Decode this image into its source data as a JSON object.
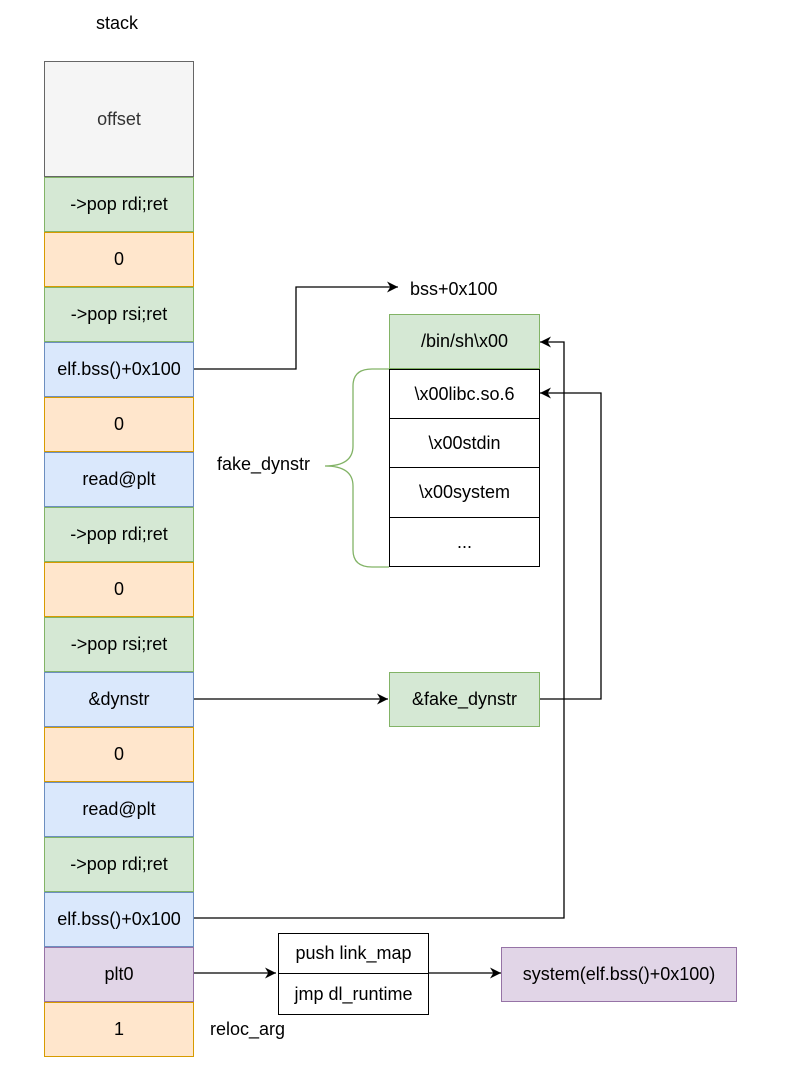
{
  "stack_title": "stack",
  "stack": [
    {
      "label": "offset",
      "kind": "offset"
    },
    {
      "label": "->pop rdi;ret",
      "kind": "green"
    },
    {
      "label": "0",
      "kind": "orange"
    },
    {
      "label": "->pop rsi;ret",
      "kind": "green"
    },
    {
      "label": "elf.bss()+0x100",
      "kind": "blue"
    },
    {
      "label": "0",
      "kind": "orange"
    },
    {
      "label": "read@plt",
      "kind": "blue"
    },
    {
      "label": "->pop rdi;ret",
      "kind": "green"
    },
    {
      "label": "0",
      "kind": "orange"
    },
    {
      "label": "->pop rsi;ret",
      "kind": "green"
    },
    {
      "label": "&dynstr",
      "kind": "blue"
    },
    {
      "label": "0",
      "kind": "orange"
    },
    {
      "label": "read@plt",
      "kind": "blue"
    },
    {
      "label": "->pop rdi;ret",
      "kind": "green"
    },
    {
      "label": "elf.bss()+0x100",
      "kind": "blue"
    },
    {
      "label": "plt0",
      "kind": "purple"
    },
    {
      "label": "1",
      "kind": "orange"
    }
  ],
  "bss_label": "bss+0x100",
  "bss_block": [
    {
      "label": "/bin/sh\\x00",
      "kind": "green"
    },
    {
      "label": "\\x00libc.so.6",
      "kind": "white"
    },
    {
      "label": "\\x00stdin",
      "kind": "white"
    },
    {
      "label": "\\x00system",
      "kind": "white"
    },
    {
      "label": "...",
      "kind": "white"
    }
  ],
  "fake_dynstr_label": "fake_dynstr",
  "fake_dynstr_ptr": "&fake_dynstr",
  "plt_block": [
    "push link_map",
    "jmp dl_runtime"
  ],
  "system_call": "system(elf.bss()+0x100)",
  "reloc_arg_label": "reloc_arg",
  "colors": {
    "green_fill": "#d5e8d4",
    "green_stroke": "#82b366",
    "orange_fill": "#ffe6cc",
    "orange_stroke": "#d79b00",
    "blue_fill": "#dae8fc",
    "blue_stroke": "#6c8ebf",
    "purple_fill": "#e1d5e7",
    "purple_stroke": "#9673a6",
    "offset_fill": "#f5f5f5",
    "offset_stroke": "#666666"
  }
}
